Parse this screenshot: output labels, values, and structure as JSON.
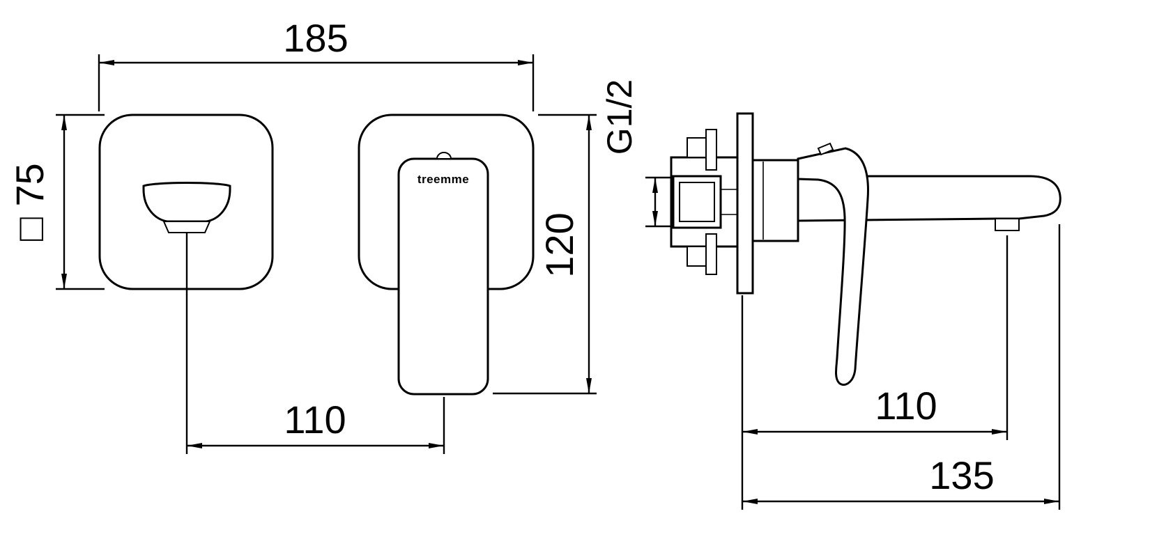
{
  "page": {
    "background": "#ffffff",
    "line_color": "#000000"
  },
  "drawing": {
    "kind": "technical-dimension-drawing",
    "subject": "wall-mounted single-lever basin mixer",
    "brand": "treemme",
    "front": {
      "dim_width": "185",
      "dim_plate": "□ 75",
      "dim_height": "120",
      "dim_offset": "110"
    },
    "side": {
      "dim_thread": "G1/2",
      "dim_aerator": "110",
      "dim_projection": "135"
    }
  }
}
